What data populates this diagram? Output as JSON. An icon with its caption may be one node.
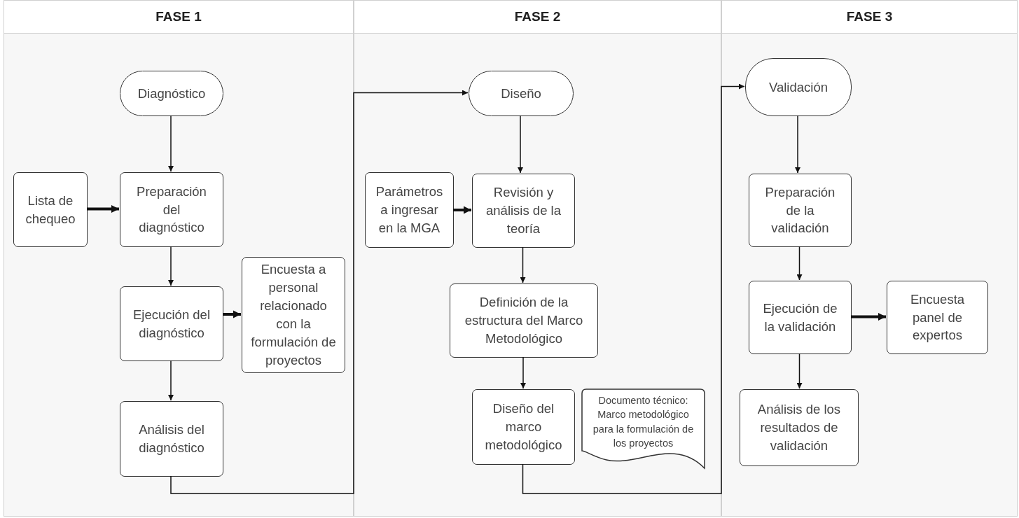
{
  "diagram": {
    "nodes": [
      {
        "text": [
          "FASE 1"
        ]
      },
      {
        "text": [
          "FASE 2"
        ]
      },
      {
        "text": [
          "FASE 3"
        ]
      },
      {
        "text": [
          "Diagnóstico"
        ],
        "in": 0
      },
      {
        "text": [
          "Lista de chequeo"
        ],
        "in": 0
      },
      {
        "text": [
          "Preparación del diagnóstico"
        ],
        "in": 0
      },
      {
        "text": [
          "Ejecución del diagnóstico"
        ],
        "in": 0
      },
      {
        "text": [
          "Encuesta a personal relacionado con la formulación de proyectos"
        ],
        "in": 0
      },
      {
        "text": [
          "Análisis del diagnóstico"
        ],
        "in": 0
      },
      {
        "text": [
          "Diseño"
        ],
        "in": 1
      },
      {
        "text": [
          "Parámetros a ingresar en la MGA"
        ],
        "in": 1
      },
      {
        "text": [
          "Revisión y análisis de la teoría"
        ],
        "in": 1
      },
      {
        "text": [
          "Definición de la estructura del Marco Metodológico"
        ],
        "in": 1
      },
      {
        "text": [
          "Diseño del marco metodológico"
        ],
        "in": 1
      },
      {
        "text": [
          "Documento técnico: Marco metodológico para la formulación de los proyectos"
        ],
        "in": 1
      },
      {
        "text": [
          "Validación"
        ],
        "in": 2
      },
      {
        "text": [
          "Preparación de la validación"
        ],
        "in": 2
      },
      {
        "text": [
          "Ejecución de la validación"
        ],
        "in": 2
      },
      {
        "text": [
          "Encuesta panel de expertos"
        ],
        "in": 2
      },
      {
        "text": [
          "Análisis de los resultados de validación"
        ],
        "in": 2
      }
    ],
    "edges": [
      {
        "from": 3,
        "to": 5,
        "arrow": "to"
      },
      {
        "from": 4,
        "to": 5,
        "arrow": "to",
        "style": "thick"
      },
      {
        "from": 5,
        "to": 6,
        "arrow": "to"
      },
      {
        "from": 6,
        "to": 7,
        "arrow": "to",
        "style": "thick"
      },
      {
        "from": 6,
        "to": 8,
        "arrow": "to"
      },
      {
        "from": 8,
        "to": 9,
        "arrow": "to"
      },
      {
        "from": 9,
        "to": 11,
        "arrow": "to"
      },
      {
        "from": 10,
        "to": 11,
        "arrow": "to",
        "style": "thick"
      },
      {
        "from": 11,
        "to": 12,
        "arrow": "to"
      },
      {
        "from": 12,
        "to": 13,
        "arrow": "to"
      },
      {
        "from": 13,
        "to": 15,
        "arrow": "to"
      },
      {
        "from": 15,
        "to": 16,
        "arrow": "to"
      },
      {
        "from": 16,
        "to": 17,
        "arrow": "to"
      },
      {
        "from": 17,
        "to": 18,
        "arrow": "to",
        "style": "thick"
      },
      {
        "from": 17,
        "to": 19,
        "arrow": "to"
      }
    ]
  }
}
